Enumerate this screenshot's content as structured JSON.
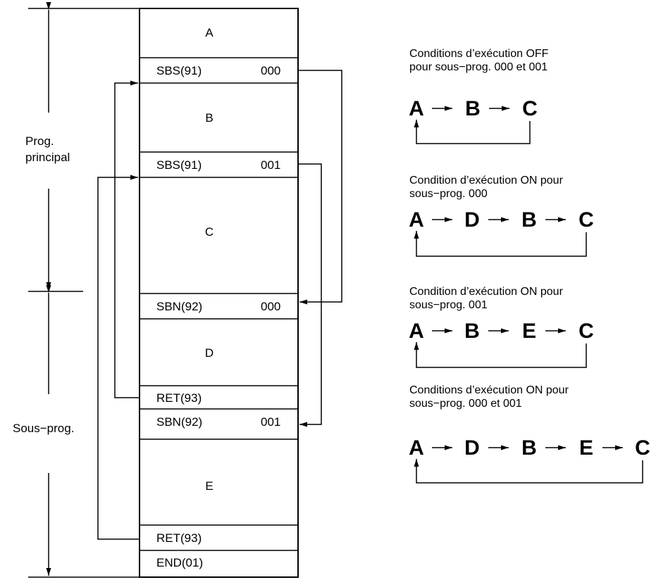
{
  "program": {
    "blocks": [
      {
        "label": "A"
      },
      {
        "label": "SBS(91)",
        "num": "000"
      },
      {
        "label": "B"
      },
      {
        "label": "SBS(91)",
        "num": "001"
      },
      {
        "label": "C"
      },
      {
        "label": "SBN(92)",
        "num": "000"
      },
      {
        "label": "D"
      },
      {
        "label": "RET(93)"
      },
      {
        "label": "SBN(92)",
        "num": "001"
      },
      {
        "label": "E"
      },
      {
        "label": "RET(93)"
      },
      {
        "label": "END(01)"
      }
    ]
  },
  "side_labels": {
    "main_line1": "Prog.",
    "main_line2": "principal",
    "sub": "Sous−prog."
  },
  "cases": [
    {
      "caption_line1": "Conditions d’exécution OFF",
      "caption_line2": "pour sous−prog. 000 et 001",
      "sequence": [
        "A",
        "B",
        "C"
      ]
    },
    {
      "caption_line1": "Condition d’exécution ON pour",
      "caption_line2": "sous−prog. 000",
      "sequence": [
        "A",
        "D",
        "B",
        "C"
      ]
    },
    {
      "caption_line1": "Condition d’exécution ON pour",
      "caption_line2": "sous−prog. 001",
      "sequence": [
        "A",
        "B",
        "E",
        "C"
      ]
    },
    {
      "caption_line1": "Conditions d’exécution ON pour",
      "caption_line2": "sous−prog. 000 et 001",
      "sequence": [
        "A",
        "D",
        "B",
        "E",
        "C"
      ]
    }
  ]
}
